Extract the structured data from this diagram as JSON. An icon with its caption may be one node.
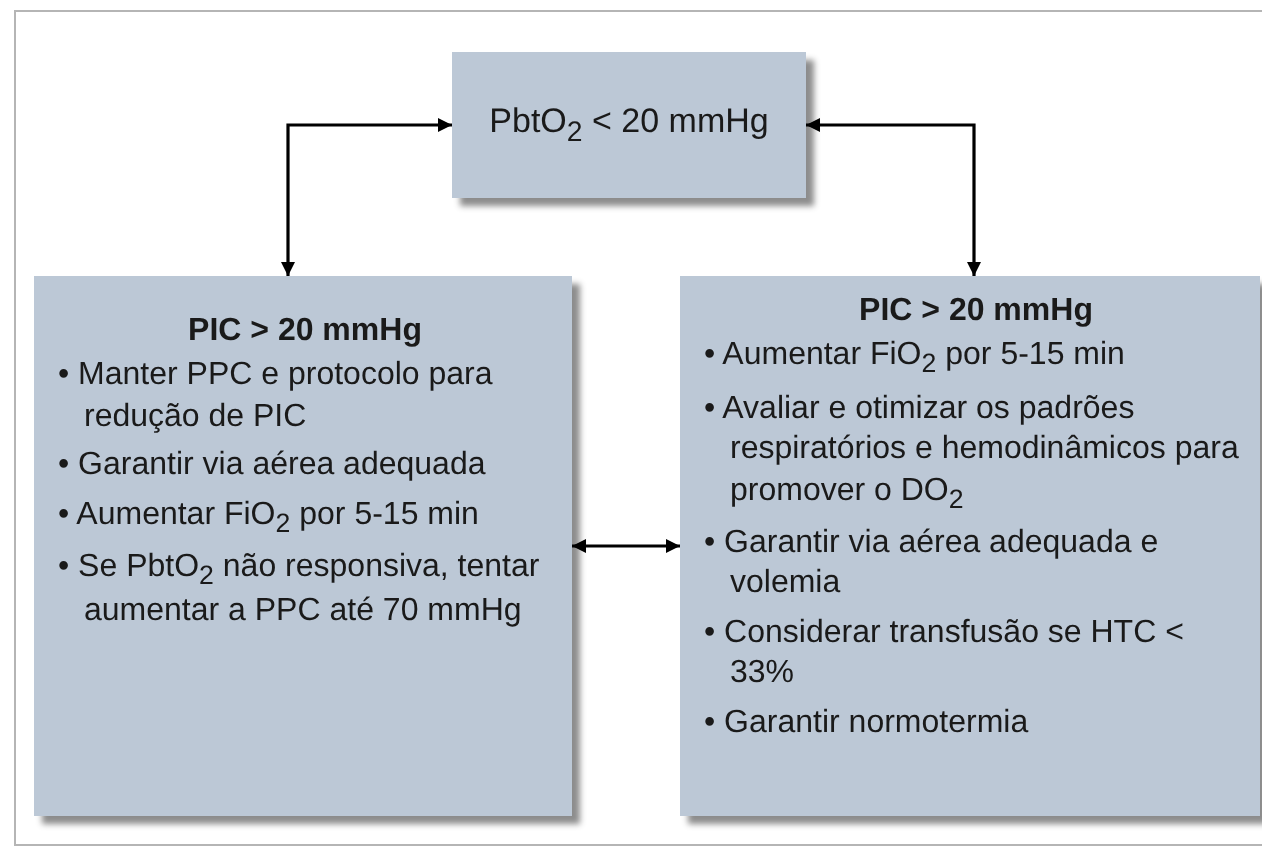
{
  "diagram": {
    "nodes": [
      {
        "text": [
          "PbtO$_{2}$ < 20 mmHg"
        ]
      },
      {
        "text": [
          "PIC > 20 mmHg",
          "• Manter PPC e protocolo para redução de PIC",
          "• Garantir via aérea adequada",
          "• Aumentar FiO$_{2}$ por 5-15 min",
          "• Se PbtO$_{2}$ não responsiva, tentar aumentar a PPC até 70 mmHg"
        ]
      },
      {
        "text": [
          "PIC > 20 mmHg",
          "• Aumentar FiO$_{2}$ por 5-15 min",
          "• Avaliar e otimizar os padrões respiratórios e hemodinâmicos para promover o DO$_{2}$",
          "• Garantir via aérea adequada e volemia",
          "• Considerar transfusão se HTC < 33%",
          "• Garantir normotermia"
        ]
      }
    ],
    "edges": [
      {
        "from": 0,
        "to": 1,
        "arrow": "both"
      },
      {
        "from": 0,
        "to": 2,
        "arrow": "both"
      },
      {
        "from": 1,
        "to": 2,
        "arrow": "both"
      }
    ]
  }
}
